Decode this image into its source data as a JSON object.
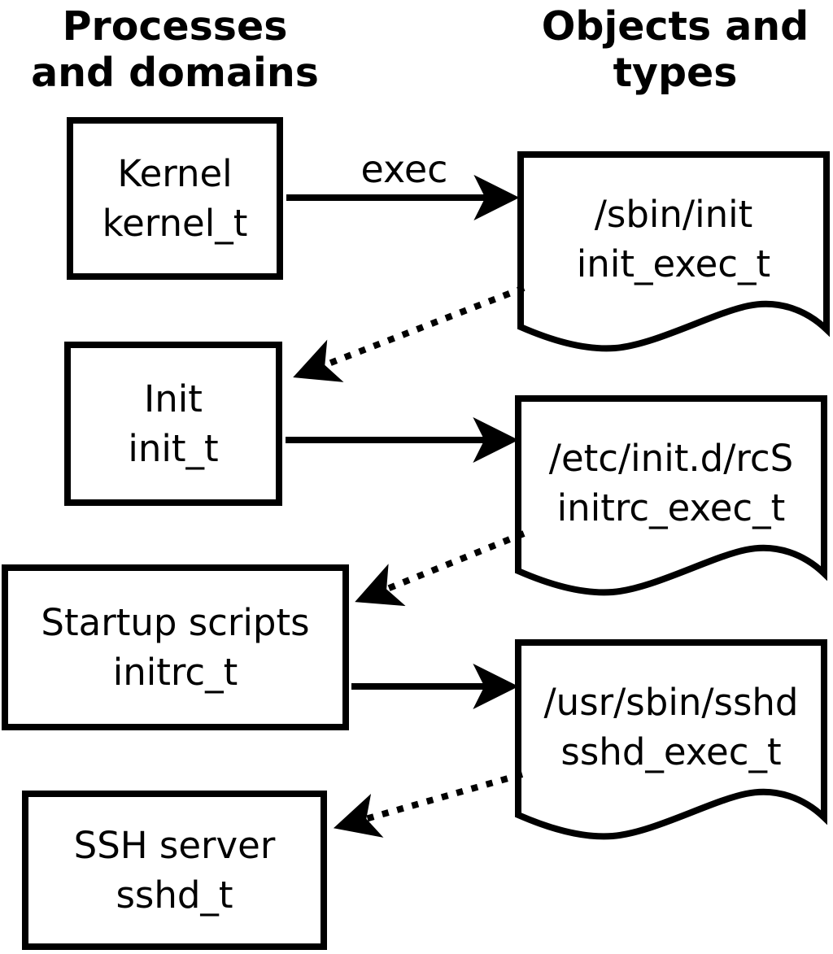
{
  "colors": {
    "ink": "#000000",
    "paper": "#ffffff"
  },
  "headers": {
    "left": {
      "line1": "Processes",
      "line2": "and domains"
    },
    "right": {
      "line1": "Objects and",
      "line2": "types"
    }
  },
  "edge_label": "exec",
  "processes": [
    {
      "name": "Kernel",
      "type": "kernel_t"
    },
    {
      "name": "Init",
      "type": "init_t"
    },
    {
      "name": "Startup scripts",
      "type": "initrc_t"
    },
    {
      "name": "SSH server",
      "type": "sshd_t"
    }
  ],
  "objects": [
    {
      "path": "/sbin/init",
      "type": "init_exec_t"
    },
    {
      "path": "/etc/init.d/rcS",
      "type": "initrc_exec_t"
    },
    {
      "path": "/usr/sbin/sshd",
      "type": "sshd_exec_t"
    }
  ],
  "edges": [
    {
      "from": "kernel_t",
      "to": "init_exec_t",
      "style": "solid",
      "label": "exec"
    },
    {
      "from": "init_exec_t",
      "to": "init_t",
      "style": "dotted",
      "label": ""
    },
    {
      "from": "init_t",
      "to": "initrc_exec_t",
      "style": "solid",
      "label": ""
    },
    {
      "from": "initrc_exec_t",
      "to": "initrc_t",
      "style": "dotted",
      "label": ""
    },
    {
      "from": "initrc_t",
      "to": "sshd_exec_t",
      "style": "solid",
      "label": ""
    },
    {
      "from": "sshd_exec_t",
      "to": "sshd_t",
      "style": "dotted",
      "label": ""
    }
  ]
}
